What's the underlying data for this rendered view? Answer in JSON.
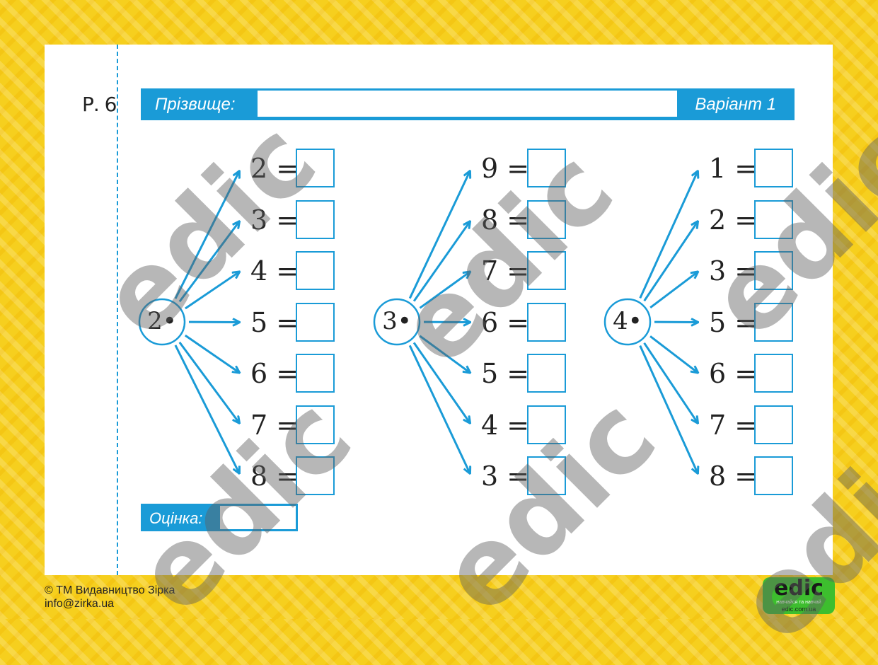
{
  "page_code": "Р. 6",
  "header": {
    "surname_label": "Прізвище:",
    "surname_value": "",
    "variant_label": "Варіант 1"
  },
  "grade": {
    "label": "Оцінка:",
    "value": ""
  },
  "groups": [
    {
      "hub": "2•",
      "rows": [
        "2 =",
        "3 =",
        "4 =",
        "5 =",
        "6 =",
        "7 =",
        "8 ="
      ]
    },
    {
      "hub": "3•",
      "rows": [
        "9 =",
        "8 =",
        "7 =",
        "6 =",
        "5 =",
        "4 =",
        "3 ="
      ]
    },
    {
      "hub": "4•",
      "rows": [
        "1 =",
        "2 =",
        "3 =",
        "5 =",
        "6 =",
        "7 =",
        "8 ="
      ]
    }
  ],
  "footer": {
    "copyright": "© ТМ Видавництво Зірка",
    "email": "info@zirka.ua"
  },
  "logo": {
    "word": "edic",
    "tagline": "навчайся та навчай",
    "url": "edic.com.ua"
  },
  "watermark_text": "edic",
  "colors": {
    "accent": "#1a9bd7",
    "frame": "#f6cf1e",
    "logo": "#3dbe2e"
  }
}
